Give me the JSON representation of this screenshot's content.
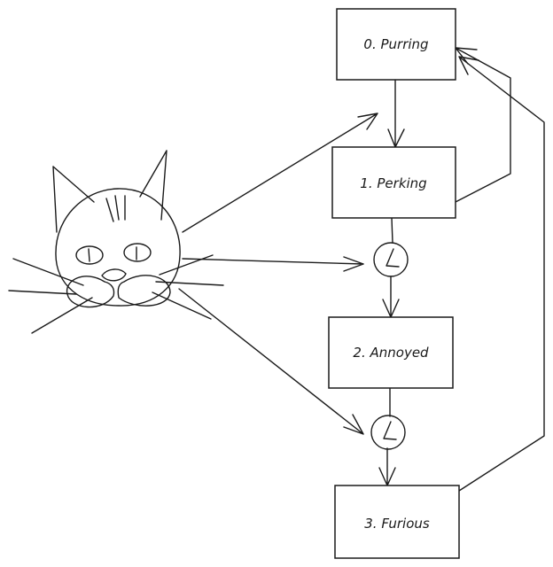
{
  "states": [
    {
      "id": "s0",
      "label": "0. Purring"
    },
    {
      "id": "s1",
      "label": "1. Perking"
    },
    {
      "id": "s2",
      "label": "2. Annoyed"
    },
    {
      "id": "s3",
      "label": "3. Furious"
    }
  ],
  "icons": {
    "cat": "cat-face-icon",
    "timer": "clock-icon"
  }
}
